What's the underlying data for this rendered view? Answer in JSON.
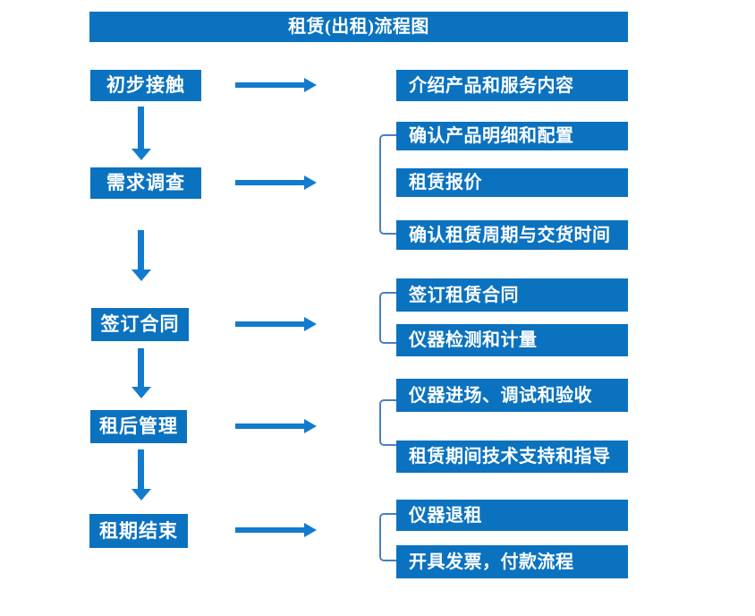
{
  "title": "租赁(出租)流程图",
  "colors": {
    "box_blue": "#0b72c0",
    "arrow_blue": "#127bcd",
    "bracket_blue": "#4a80c2",
    "text_white": "#ffffff",
    "background": "#ffffff"
  },
  "stages": [
    {
      "label": "初步接触",
      "details": [
        "介绍产品和服务内容"
      ]
    },
    {
      "label": "需求调查",
      "details": [
        "确认产品明细和配置",
        "租赁报价",
        "确认租赁周期与交货时间"
      ]
    },
    {
      "label": "签订合同",
      "details": [
        "签订租赁合同",
        "仪器检测和计量"
      ]
    },
    {
      "label": "租后管理",
      "details": [
        "仪器进场、调试和验收",
        "租赁期间技术支持和指导"
      ]
    },
    {
      "label": "租期结束",
      "details": [
        "仪器退租",
        "开具发票，付款流程"
      ]
    }
  ]
}
